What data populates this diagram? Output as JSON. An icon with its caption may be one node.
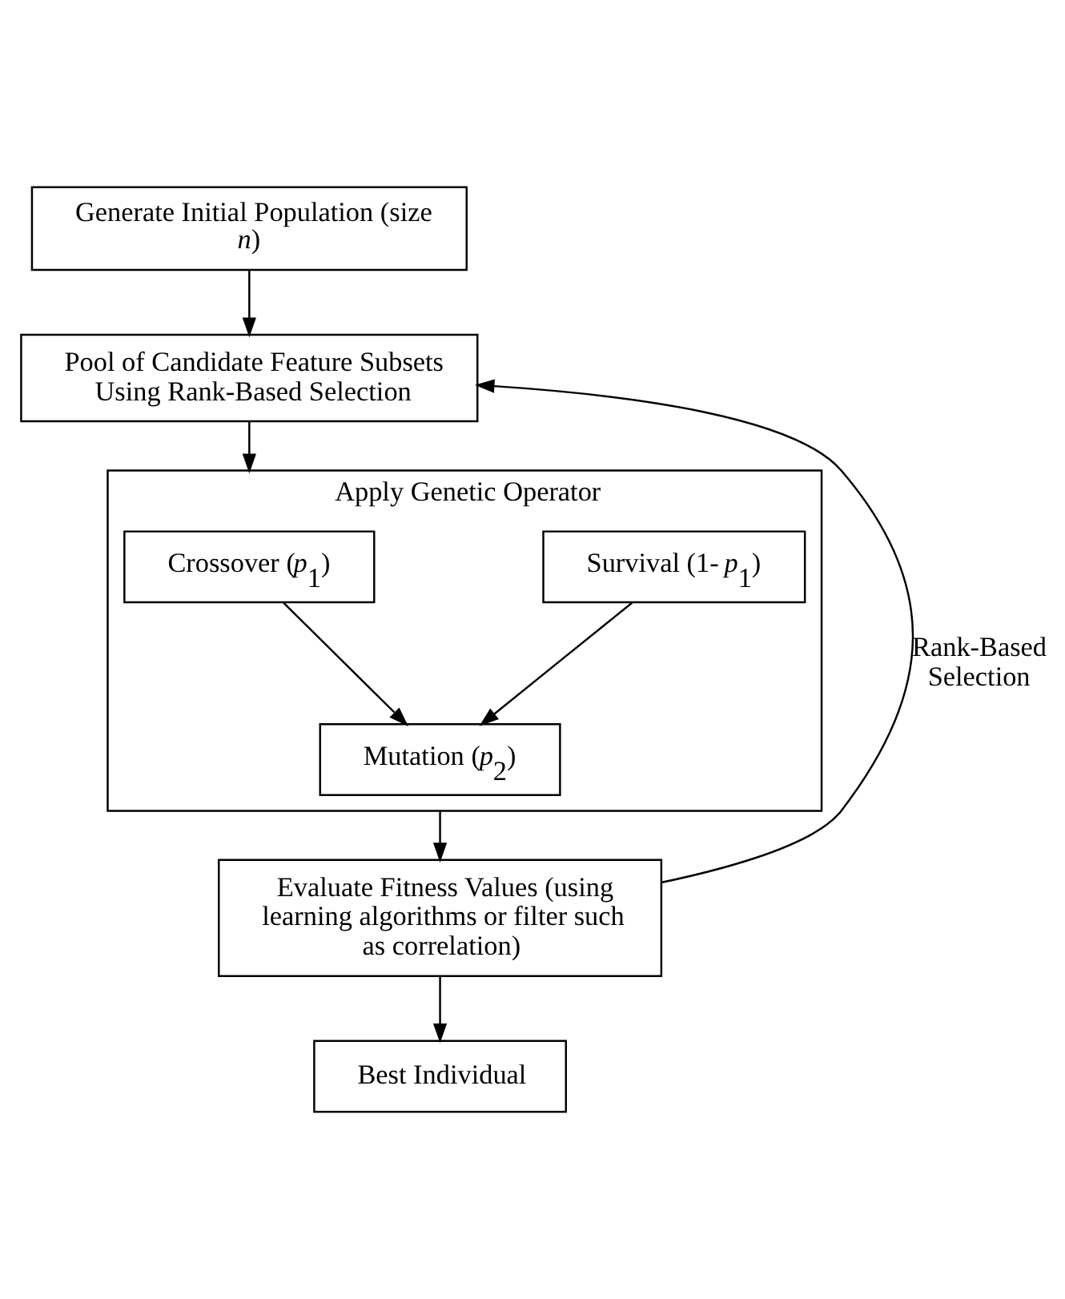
{
  "diagram": {
    "nodes": [
      {
        "text": [
          "Generate Initial Population (size *n*)"
        ]
      },
      {
        "text": [
          "Pool of Candidate Feature Subsets Using Rank-Based Selection"
        ]
      },
      {
        "text": [
          "Apply Genetic Operator"
        ]
      },
      {
        "text": [
          "Crossover (*p*$_{1}$)"
        ],
        "in": 2
      },
      {
        "text": [
          "Survival (1- *p*$_{1}$)"
        ],
        "in": 2
      },
      {
        "text": [
          "Mutation (*p*$_{2}$)"
        ],
        "in": 2
      },
      {
        "text": [
          "Evaluate Fitness Values (using learning algorithms or filter such as correlation)"
        ]
      },
      {
        "text": [
          "Best Individual"
        ]
      }
    ],
    "edges": [
      {
        "from": 0,
        "to": 1,
        "arrow": "to"
      },
      {
        "from": 1,
        "to": 2,
        "arrow": "to"
      },
      {
        "from": 3,
        "to": 5,
        "arrow": "to"
      },
      {
        "from": 4,
        "to": 5,
        "arrow": "to"
      },
      {
        "from": 2,
        "to": 6,
        "arrow": "to"
      },
      {
        "from": 6,
        "to": 1,
        "arrow": "to",
        "label": "Rank-Based Selection"
      },
      {
        "from": 6,
        "to": 7,
        "arrow": "to"
      }
    ]
  }
}
